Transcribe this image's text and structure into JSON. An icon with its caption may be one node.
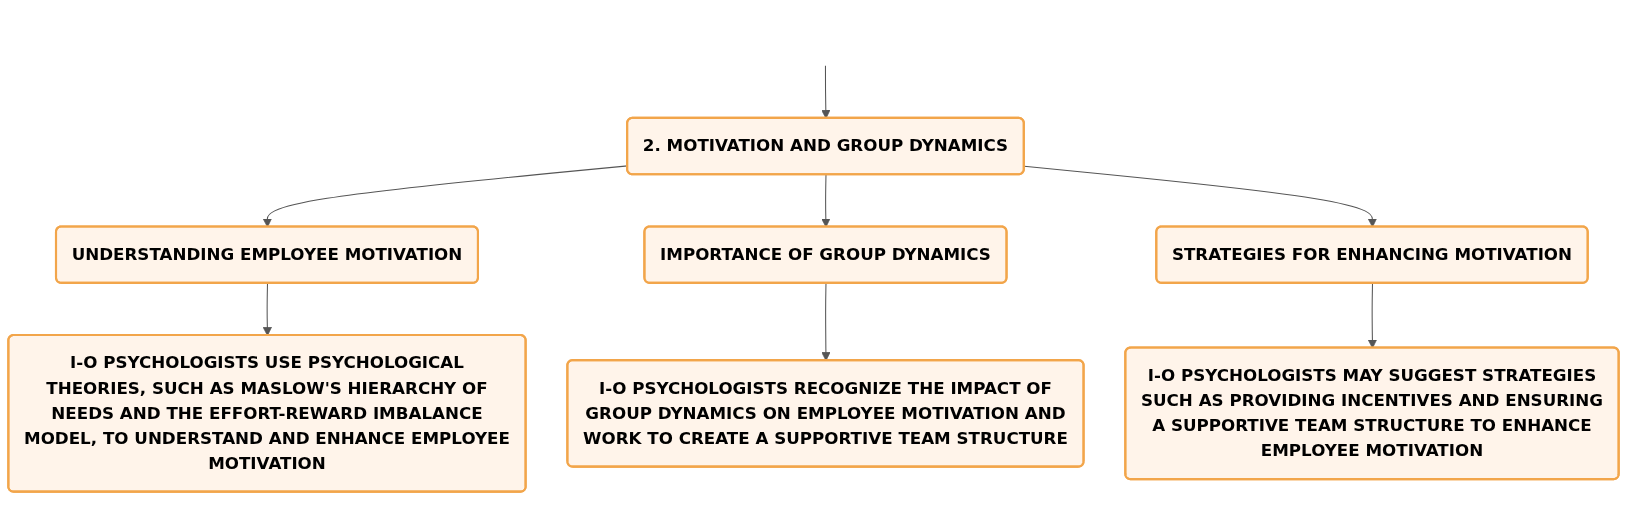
{
  "diagram": {
    "nodes": [
      {
        "text": [
          "2. MOTIVATION AND GROUP DYNAMICS"
        ]
      },
      {
        "text": [
          "UNDERSTANDING EMPLOYEE MOTIVATION"
        ]
      },
      {
        "text": [
          "IMPORTANCE OF GROUP DYNAMICS"
        ]
      },
      {
        "text": [
          "STRATEGIES FOR ENHANCING MOTIVATION"
        ]
      },
      {
        "text": [
          "I-O PSYCHOLOGISTS USE PSYCHOLOGICAL THEORIES, SUCH AS MASLOW'S HIERARCHY OF NEEDS AND THE EFFORT-REWARD IMBALANCE MODEL, TO UNDERSTAND AND ENHANCE EMPLOYEE MOTIVATION"
        ]
      },
      {
        "text": [
          "I-O PSYCHOLOGISTS RECOGNIZE THE IMPACT OF GROUP DYNAMICS ON EMPLOYEE MOTIVATION AND WORK TO CREATE A SUPPORTIVE TEAM STRUCTURE"
        ]
      },
      {
        "text": [
          "I-O PSYCHOLOGISTS MAY SUGGEST STRATEGIES SUCH AS PROVIDING INCENTIVES AND ENSURING A SUPPORTIVE TEAM STRUCTURE TO ENHANCE EMPLOYEE MOTIVATION"
        ]
      }
    ],
    "edges": [
      {
        "from": null,
        "to": 0,
        "arrow": "to"
      },
      {
        "from": 0,
        "to": 1,
        "arrow": "to"
      },
      {
        "from": 0,
        "to": 2,
        "arrow": "to"
      },
      {
        "from": 0,
        "to": 3,
        "arrow": "to"
      },
      {
        "from": 1,
        "to": 4,
        "arrow": "to"
      },
      {
        "from": 2,
        "to": 5,
        "arrow": "to"
      },
      {
        "from": 3,
        "to": 6,
        "arrow": "to"
      }
    ]
  }
}
